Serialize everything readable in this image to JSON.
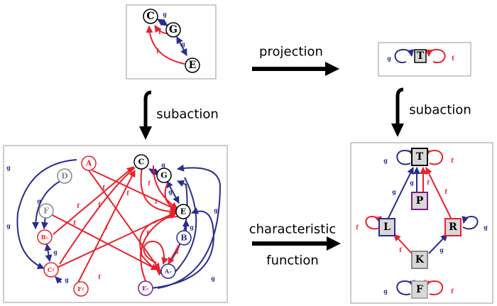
{
  "labels": {
    "projection": "projection",
    "subaction_left": "subaction",
    "subaction_right": "subaction",
    "characteristic": "characteristic",
    "function": "function"
  },
  "generators": {
    "f": "f",
    "g": "g"
  },
  "top_left": {
    "nodes": [
      "C",
      "G",
      "E"
    ]
  },
  "top_right": {
    "node": "T"
  },
  "bottom_left": {
    "nodes": [
      "A",
      "D",
      "F",
      "B♭",
      "C♯",
      "F♯",
      "C",
      "G",
      "E",
      "B",
      "A♭",
      "E♭"
    ]
  },
  "bottom_right": {
    "nodes": [
      "T",
      "P",
      "L",
      "R",
      "K",
      "F"
    ]
  },
  "colors": {
    "f": "#e8212b",
    "g": "#2a2d8c",
    "black": "#000000",
    "purple": "#7b1f7f",
    "gray": "#888888",
    "boxfill": "#d8d8d8"
  }
}
